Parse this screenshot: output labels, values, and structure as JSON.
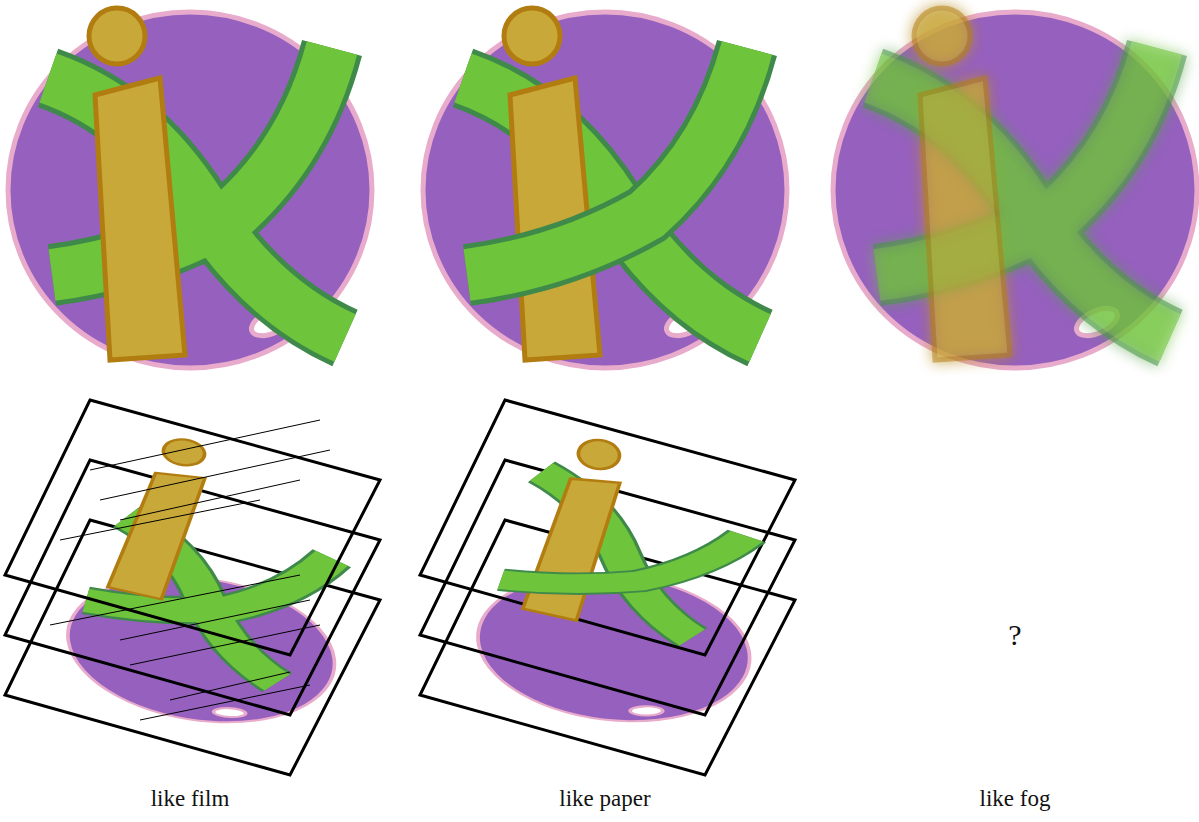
{
  "diagram": {
    "labels": [
      "like film",
      "like paper",
      "like fog",
      "?"
    ]
  }
}
